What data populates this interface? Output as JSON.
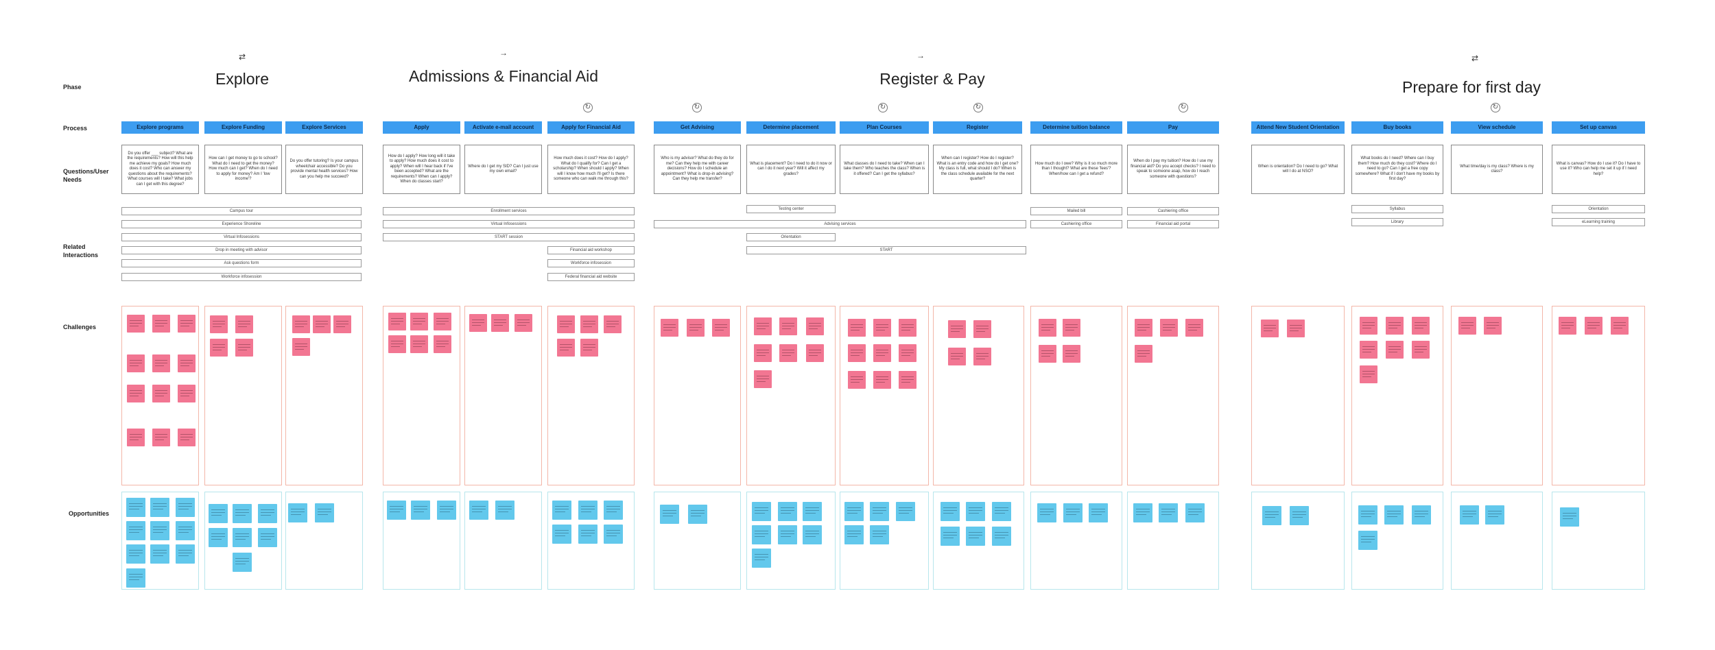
{
  "row_labels": {
    "phase": "Phase",
    "process": "Process",
    "questions": "Questions/User Needs",
    "interactions": "Related Interactions",
    "challenges": "Challenges",
    "opportunities": "Opportunities"
  },
  "phases": [
    {
      "title": "Explore",
      "icon": "repeat-icon"
    },
    {
      "title": "Admissions & Financial Aid",
      "icon": "arrow-right-icon"
    },
    {
      "title": "Register & Pay",
      "icon": "arrow-right-icon"
    },
    {
      "title": "Prepare for first day",
      "icon": "repeat-icon"
    }
  ],
  "processes": [
    {
      "label": "Explore programs",
      "question": "Do you offer ___ subject? What are the requirements? How will this help me achieve my goals? How much does it cost? Who can answer my questions about the requirements? What courses will I take? What jobs can I get with this degree?"
    },
    {
      "label": "Explore  Funding",
      "question": "How can I get money to go to school? What do I need to get the money? How much can I get? When do I need to apply for money? Am I 'low income'?"
    },
    {
      "label": "Explore  Services",
      "question": "Do you offer tutoring? Is your campus wheelchair accessible? Do you provide mental health services? How can you help me succeed?"
    },
    {
      "label": "Apply",
      "question": "How do I apply? How long will it take to apply? How much does it cost to apply? When will I hear back if I've been accepted? What are the requirements? When can I apply? When do classes start?"
    },
    {
      "label": "Activate e-mail account",
      "question": "Where do I get my SID? Can I just use my own email?"
    },
    {
      "label": "Apply for Financial Aid",
      "question": "How much does it cost? How do I apply? What do I qualify for? Can I get a scholarship? When should I apply? When will I know how much I'll get? Is there someone who can walk me through this?"
    },
    {
      "label": "Get Advising",
      "question": "Who is my advisor? What do they do for me? Can they help me with career decisions? How do I schedule an appointment? What is drop-in advising? Can they help me transfer?"
    },
    {
      "label": "Determine placement",
      "question": "What is placement? Do I need to do it now or can I do it next year? Will it affect my grades?"
    },
    {
      "label": "Plan Courses",
      "question": "What classes do I need to take? When can I take them? Who teaches the class? When is it offered? Can I get the syllabus?"
    },
    {
      "label": "Register",
      "question": "When can I register? How do I register? What is an entry code and how do I get one? My class is full, what should I do? When is the class schedule available for the next quarter?"
    },
    {
      "label": "Determine tuition balance",
      "question": "How much do I owe? Why is it so much more than I thought? What are these 'fees'? When/how can I get a refund?"
    },
    {
      "label": "Pay",
      "question": "When do I pay my tuition? How do I use my financial aid? Do you accept checks? I need to speak to someone asap, how do I reach someone with questions?"
    },
    {
      "label": "Attend New Student Orientation",
      "question": "When is orientation? Do I need to go? What will I do at NSO?"
    },
    {
      "label": "Buy books",
      "question": "What books do I need? Where can I buy them? How much do they cost? Where do I need to go? Can I get a free copy somewhere? What if I don't have my books by first day?"
    },
    {
      "label": "View schedule",
      "question": "What time/day is my class? Where is my class?"
    },
    {
      "label": "Set up canvas",
      "question": "What is canvas? How do I use it? Do I have to use it? Who can help me set it up if I need help?"
    }
  ],
  "interactions": [
    "Campus tour",
    "Experience Shoreline",
    "Virtual Infosessions",
    "Drop in meeting with advisor",
    "Ask questions form",
    "Workforce infosession",
    "Enrollment services",
    "Virtual Infosessions",
    "START session",
    "Financial aid workshop",
    "Workforce infosession",
    "Federal financial aid website",
    "Testing center",
    "Advising services",
    "Orientation",
    "START",
    "Mailed bill",
    "Cashiering office",
    "Cashiering office",
    "Financial aid portal",
    "Syllabus",
    "Library",
    "Orientation",
    "eLearning training"
  ]
}
